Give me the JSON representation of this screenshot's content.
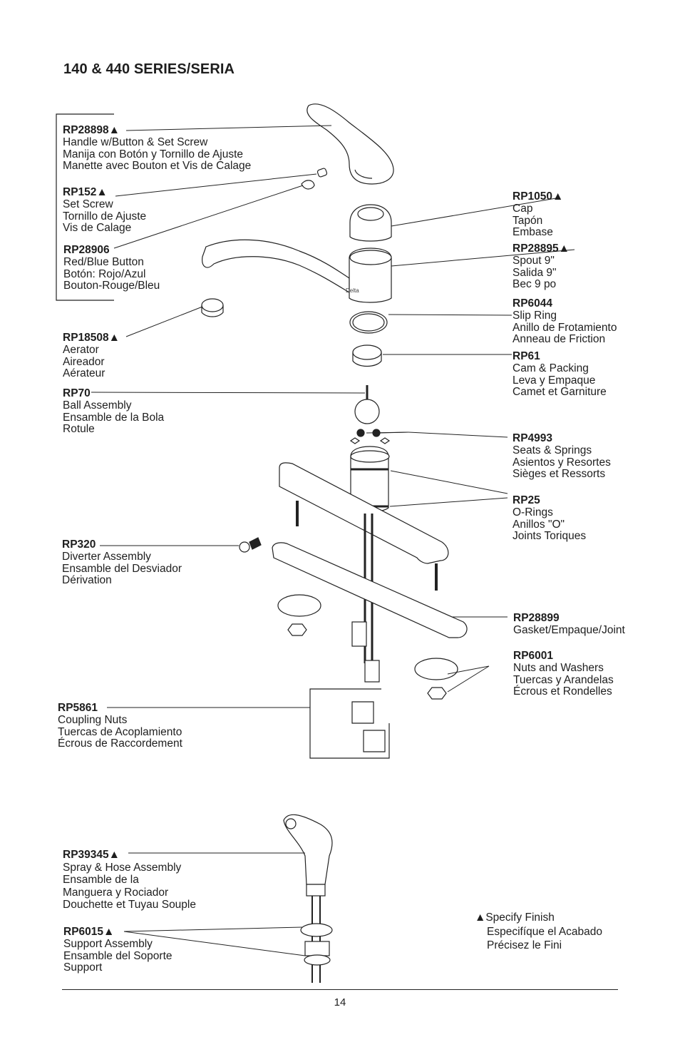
{
  "title": "140 & 440 SERIES/SERIA",
  "parts": {
    "rp28898": {
      "code": "RP28898▲",
      "lines": [
        "Handle w/Button & Set Screw",
        "Manija con Botón y Tornillo de Ajuste",
        "Manette avec Bouton et Vis de Calage"
      ]
    },
    "rp152": {
      "code": "RP152▲",
      "lines": [
        "Set Screw",
        "Tornillo de Ajuste",
        "Vis de Calage"
      ]
    },
    "rp28906": {
      "code": "RP28906",
      "lines": [
        "Red/Blue Button",
        "Botón: Rojo/Azul",
        "Bouton-Rouge/Bleu"
      ]
    },
    "rp18508": {
      "code": "RP18508▲",
      "lines": [
        "Aerator",
        "Aireador",
        "Aérateur"
      ]
    },
    "rp70": {
      "code": "RP70",
      "lines": [
        "Ball Assembly",
        "Ensamble de la Bola",
        "Rotule"
      ]
    },
    "rp320": {
      "code": "RP320",
      "lines": [
        "Diverter Assembly",
        "Ensamble del Desviador",
        "Dérivation"
      ]
    },
    "rp5861": {
      "code": "RP5861",
      "lines": [
        "Coupling Nuts",
        "Tuercas de Acoplamiento",
        "Écrous de Raccordement"
      ]
    },
    "rp1050": {
      "code": "RP1050▲",
      "lines": [
        "Cap",
        "Tapón",
        "Embase"
      ]
    },
    "rp28895": {
      "code": "RP28895▲",
      "lines": [
        "Spout 9\"",
        "Salida 9\"",
        "Bec 9 po"
      ]
    },
    "rp6044": {
      "code": "RP6044",
      "lines": [
        "Slip Ring",
        "Anillo de Frotamiento",
        "Anneau de Friction"
      ]
    },
    "rp61": {
      "code": "RP61",
      "lines": [
        "Cam & Packing",
        "Leva y Empaque",
        "Camet et Garniture"
      ]
    },
    "rp4993": {
      "code": "RP4993",
      "lines": [
        "Seats & Springs",
        "Asientos y Resortes",
        "Sièges et Ressorts"
      ]
    },
    "rp25": {
      "code": "RP25",
      "lines": [
        "O-Rings",
        "Anillos \"O\"",
        "Joints Toriques"
      ]
    },
    "rp28899": {
      "code": "RP28899",
      "lines": [
        "Gasket/Empaque/Joint"
      ]
    },
    "rp6001": {
      "code": "RP6001",
      "lines": [
        "Nuts and Washers",
        "Tuercas y Arandelas",
        "Écrous et Rondelles"
      ]
    },
    "rp39345": {
      "code": "RP39345▲",
      "lines": [
        "Spray & Hose Assembly",
        "Ensamble de la",
        "Manguera y Rociador",
        "Douchette et Tuyau Souple"
      ]
    },
    "rp6015": {
      "code": "RP6015▲",
      "lines": [
        "Support Assembly",
        "Ensamble del Soporte",
        "Support"
      ]
    }
  },
  "finish_note": [
    "▲Specify Finish",
    "Especifíque el Acabado",
    "Précisez le Fini"
  ],
  "spout_mark": "Delta",
  "page_number": "14"
}
